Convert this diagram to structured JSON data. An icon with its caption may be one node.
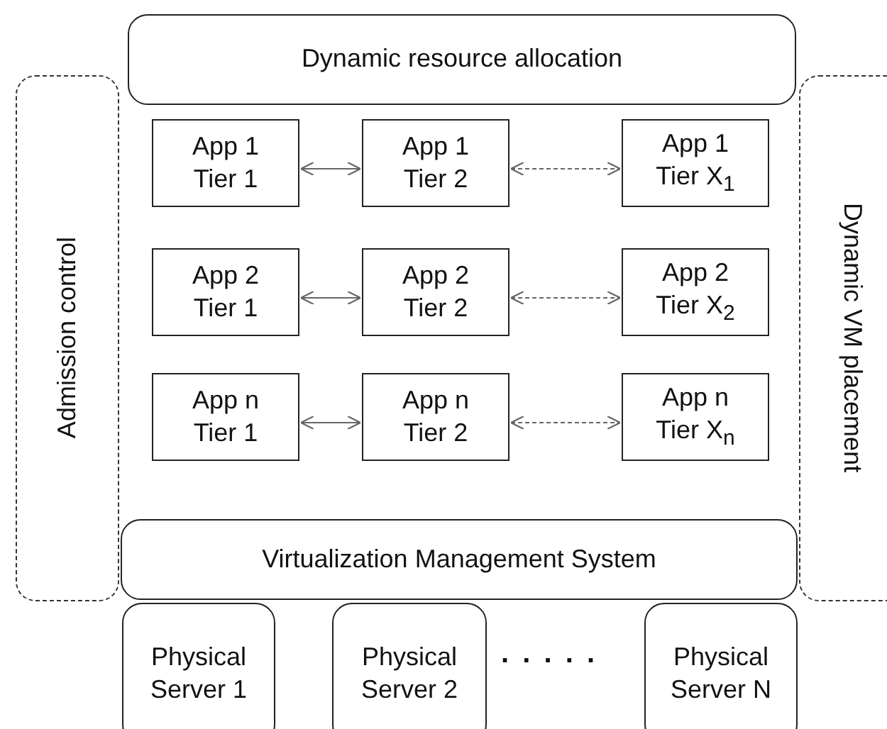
{
  "diagram": {
    "nodes": [
      {
        "text": [
          "Dynamic resource allocation"
        ]
      },
      {
        "text": [
          "Admission control"
        ]
      },
      {
        "text": [
          "Dynamic VM placement"
        ]
      },
      {
        "text": [
          "App 1 Tier 1"
        ]
      },
      {
        "text": [
          "App 1 Tier 2"
        ]
      },
      {
        "text": [
          "App 1 Tier X$_{1}$"
        ]
      },
      {
        "text": [
          "App 2 Tier 1"
        ]
      },
      {
        "text": [
          "App 2 Tier 2"
        ]
      },
      {
        "text": [
          "App 2 Tier X$_{2}$"
        ]
      },
      {
        "text": [
          "App n Tier 1"
        ]
      },
      {
        "text": [
          "App n Tier 2"
        ]
      },
      {
        "text": [
          "App n Tier X$_{n}$"
        ]
      },
      {
        "text": [
          "Virtualization Management System"
        ]
      },
      {
        "text": [
          "Physical Server 1"
        ]
      },
      {
        "text": [
          "Physical Server 2"
        ]
      },
      {
        "text": [
          "Physical Server N"
        ]
      }
    ],
    "edges": [
      {
        "from": 3,
        "to": 4,
        "arrow": "both"
      },
      {
        "from": 4,
        "to": 5,
        "arrow": "both",
        "style": "dashed"
      },
      {
        "from": 6,
        "to": 7,
        "arrow": "both"
      },
      {
        "from": 7,
        "to": 8,
        "arrow": "both",
        "style": "dashed"
      },
      {
        "from": 9,
        "to": 10,
        "arrow": "both"
      },
      {
        "from": 10,
        "to": 11,
        "arrow": "both",
        "style": "dashed"
      }
    ],
    "labels": [
      ". . . . ."
    ]
  }
}
